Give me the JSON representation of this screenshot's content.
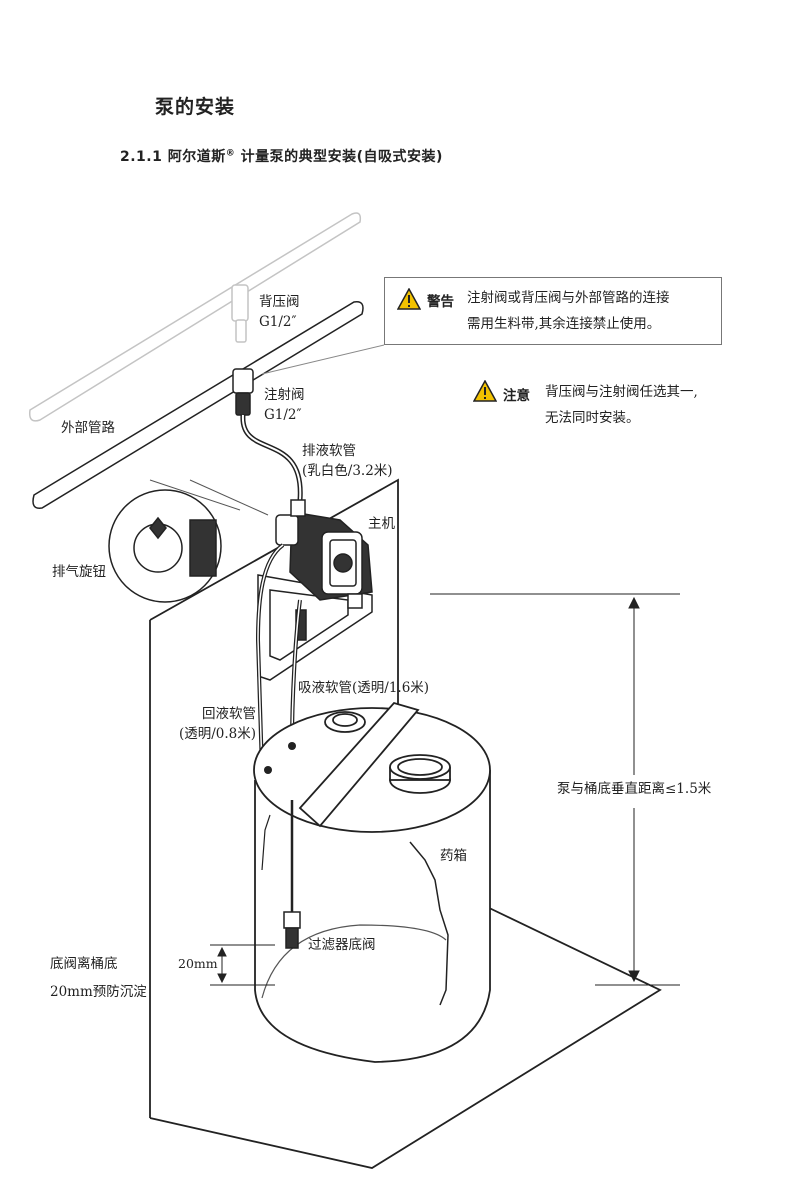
{
  "page": {
    "title": "泵的安装",
    "subtitle_text": "2.1.1 阿尔道斯",
    "subtitle_reg": "®",
    "subtitle_rest": " 计量泵的典型安装(自吸式安装)"
  },
  "warning": {
    "tag": "警告",
    "lines": [
      "注射阀或背压阀与外部管路的连接",
      "需用生料带,其余连接禁止使用。"
    ]
  },
  "notice": {
    "tag": "注意",
    "lines": [
      "背压阀与注射阀任选其一,",
      "无法同时安装。"
    ]
  },
  "labels": {
    "back_valve": [
      "背压阀",
      "G1/2″"
    ],
    "injection_valve": [
      "注射阀",
      "G1/2″"
    ],
    "external_pipe": "外部管路",
    "discharge_hose": [
      "排液软管",
      "(乳白色/3.2米)"
    ],
    "main_unit": "主机",
    "vent_knob": "排气旋钮",
    "suction_hose": "吸液软管(透明/1.6米)",
    "return_hose": [
      "回液软管",
      "(透明/0.8米)"
    ],
    "vertical_distance": "泵与桶底垂直距离≤1.5米",
    "tank": "药箱",
    "filter_valve": "过滤器底阀",
    "dim_20mm": "20mm",
    "bottom_valve_note": [
      "底阀离桶底",
      "20mm预防沉淀"
    ]
  },
  "colors": {
    "line": "#222222",
    "faded": "#bbbbbb",
    "pump_dark": "#333333",
    "warning_fill": "#f2c200"
  }
}
